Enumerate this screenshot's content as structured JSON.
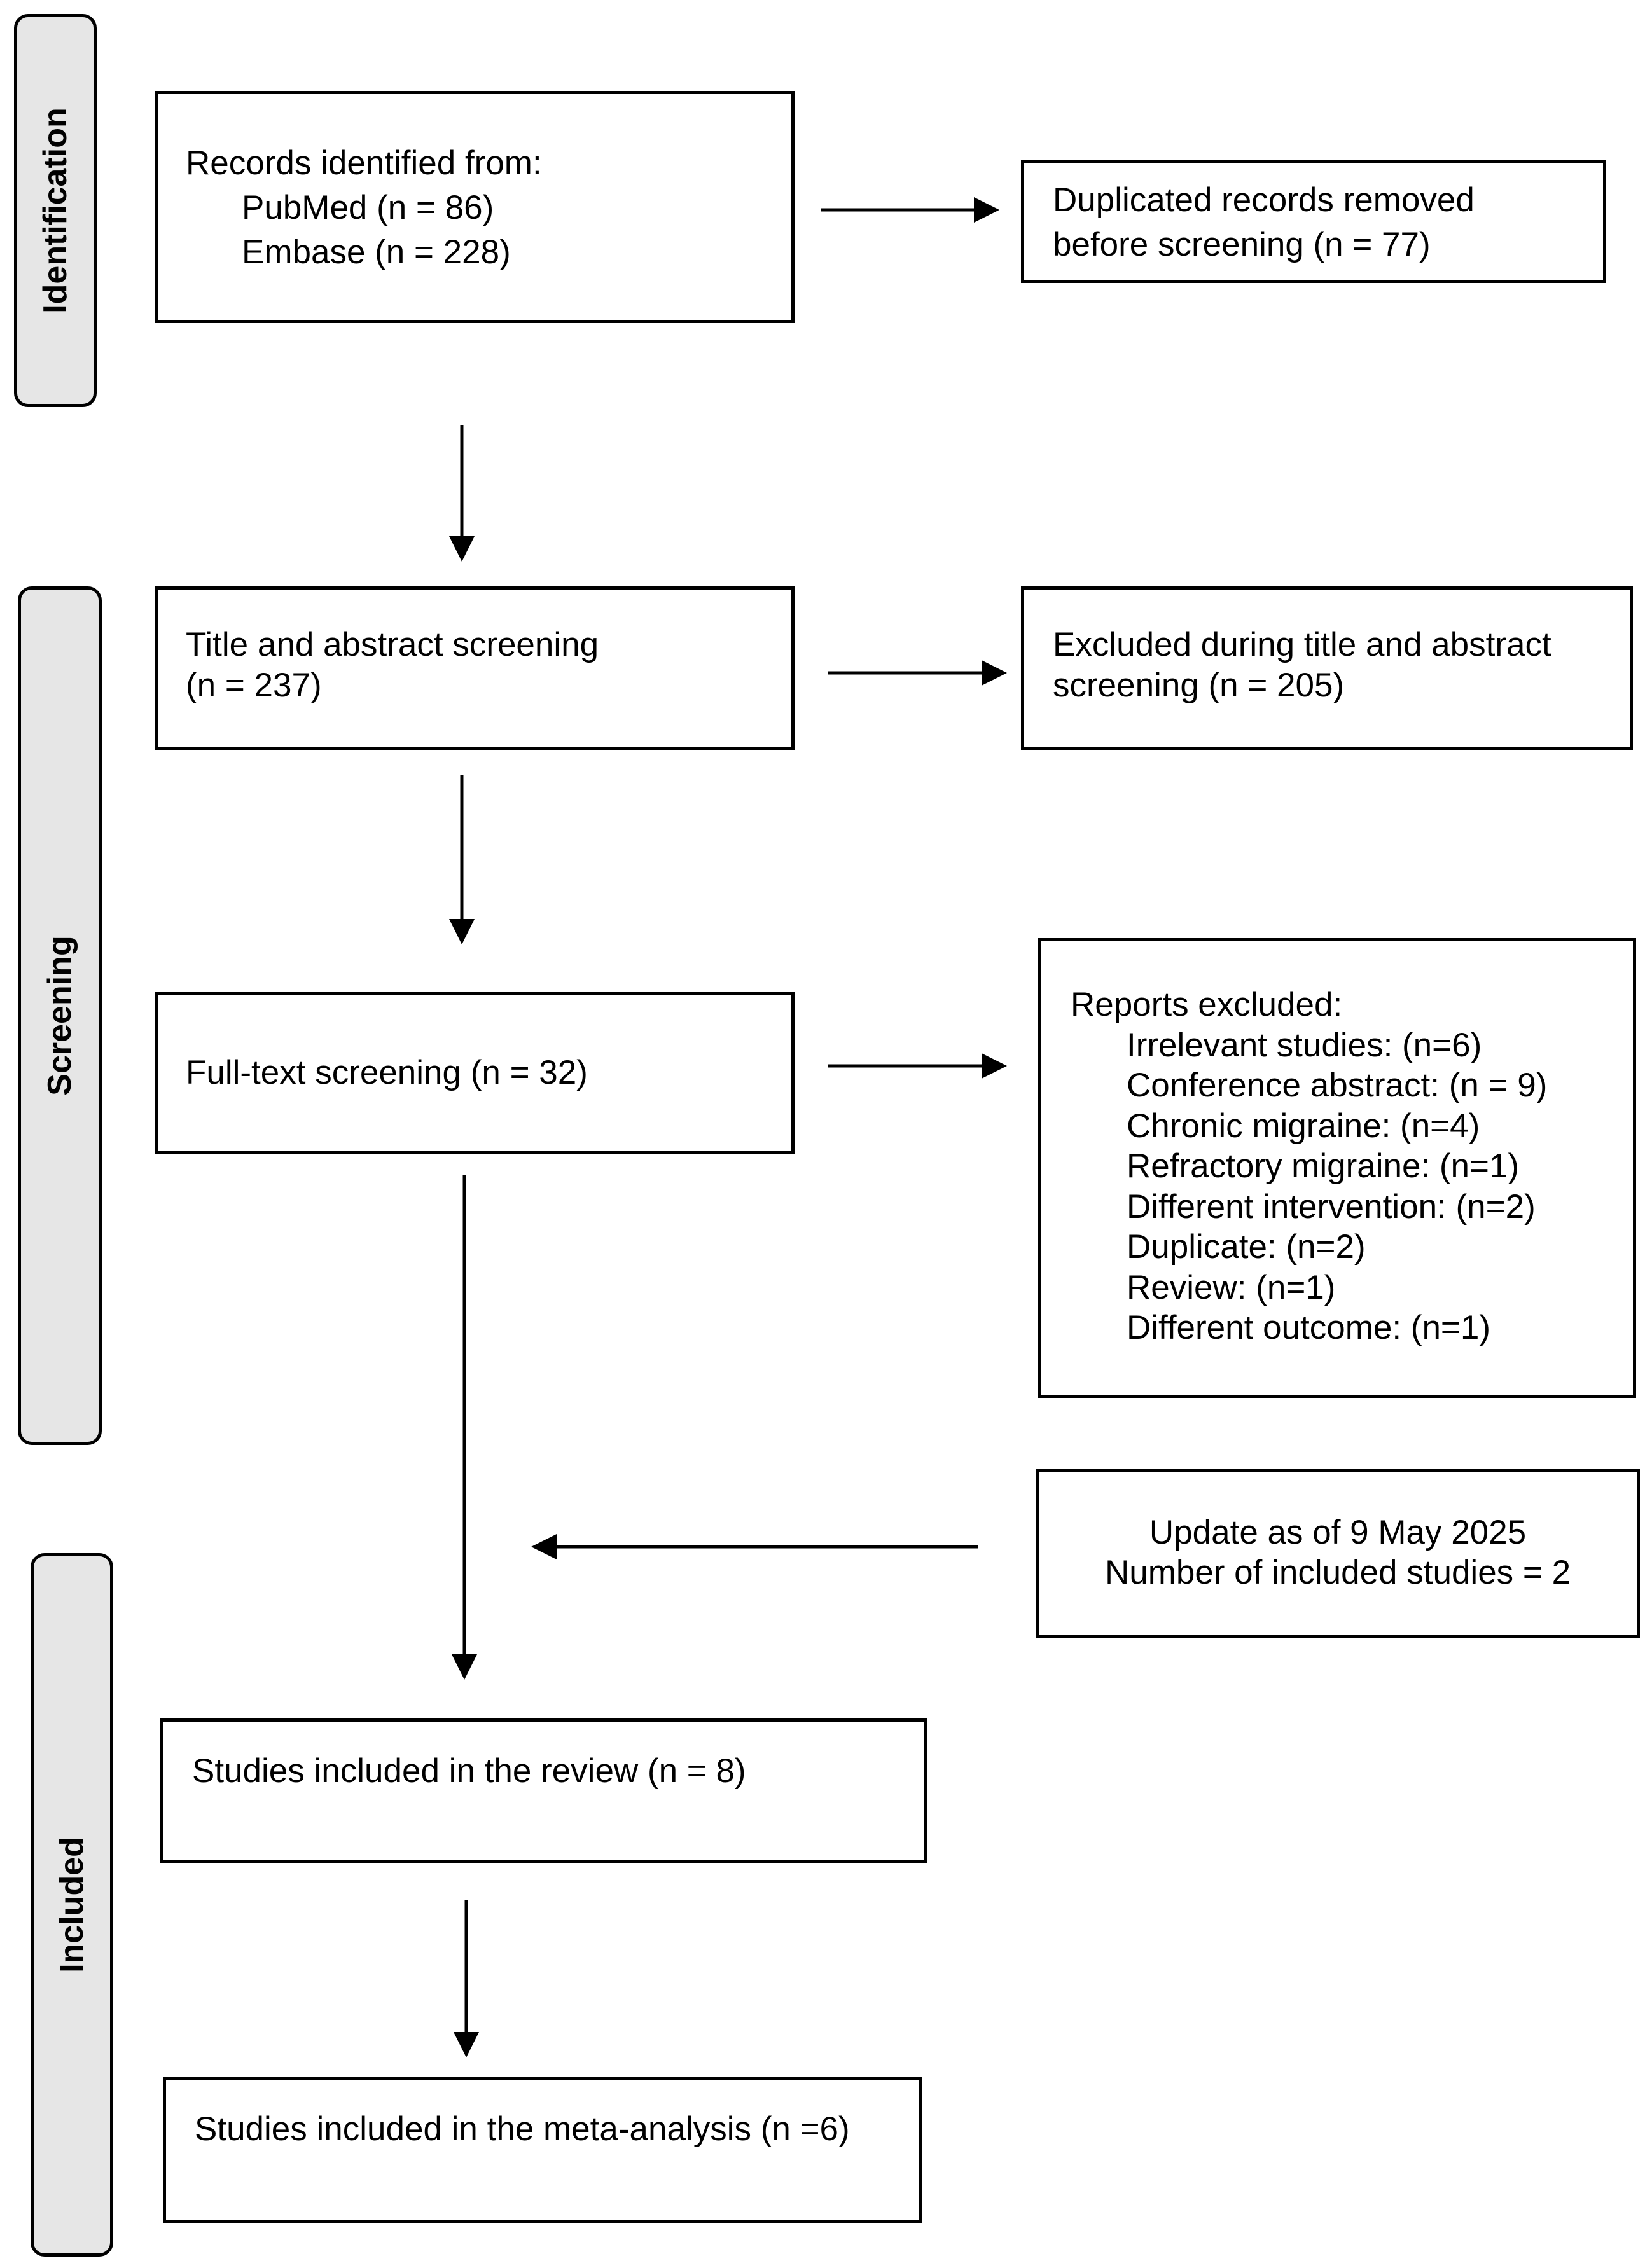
{
  "phases": {
    "identification": "Identification",
    "screening": "Screening",
    "included": "Included"
  },
  "records": {
    "header": "Records identified from:",
    "pubmed": "PubMed (n = 86)",
    "embase": "Embase (n = 228)"
  },
  "duplicates": {
    "line1": "Duplicated records removed",
    "line2": "before screening (n = 77)"
  },
  "title_abstract": {
    "line1": "Title and abstract screening",
    "line2": "(n = 237)"
  },
  "excluded_title_abstract": {
    "line1": "Excluded during title and abstract",
    "line2": "screening (n = 205)"
  },
  "full_text": {
    "label": "Full-text screening (n = 32)"
  },
  "reports_excluded": {
    "header": "Reports excluded:",
    "items": [
      "Irrelevant studies: (n=6)",
      "Conference abstract: (n = 9)",
      "Chronic migraine: (n=4)",
      "Refractory migraine: (n=1)",
      "Different intervention: (n=2)",
      "Duplicate: (n=2)",
      "Review: (n=1)",
      "Different outcome: (n=1)"
    ]
  },
  "update": {
    "line1": "Update as of 9 May 2025",
    "line2": "Number of included studies = 2"
  },
  "review": {
    "label": "Studies included in the review (n = 8)"
  },
  "meta": {
    "label": "Studies included in the meta-analysis (n =6)"
  }
}
